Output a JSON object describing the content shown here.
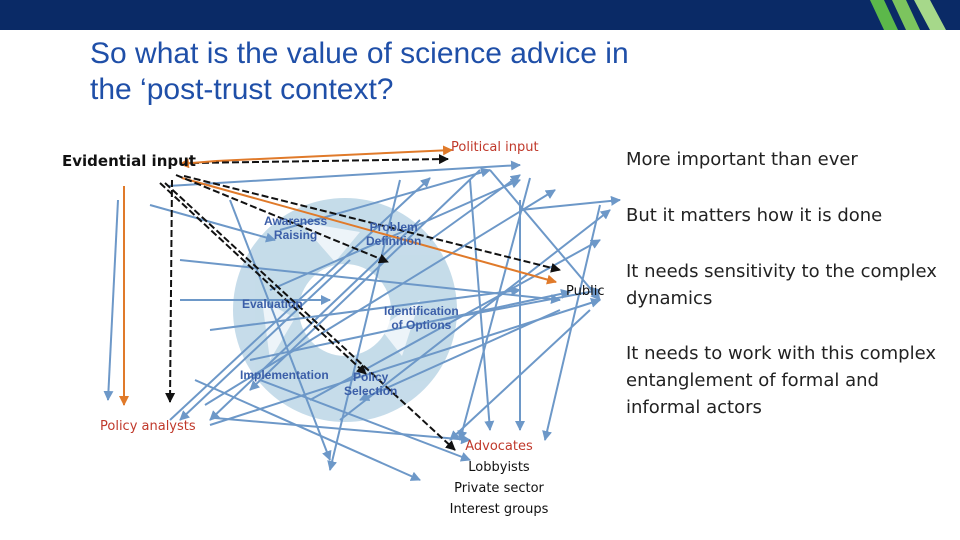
{
  "title": {
    "line1": "So what is the value of science advice in",
    "line2": "the ‘post-trust context?"
  },
  "diagram": {
    "nodes": {
      "evidential_input": "Evidential input",
      "political_input": "Political input",
      "policy_analysts": "Policy analysts",
      "public": "Public",
      "advocates": [
        "Advocates",
        "Lobbyists",
        "Private sector",
        "Interest groups"
      ]
    },
    "cycle_stages": {
      "awareness": "Awareness\nRaising",
      "problem": "Problem\nDefinition",
      "evaluation": "Evaluation",
      "identification": "Identification\nof Options",
      "implementation": "Implementation",
      "selection": "Policy\nSelection"
    },
    "colors": {
      "arrow_blue": "#6d98c8",
      "arrow_orange": "#e07a2a",
      "arrow_black": "#111111",
      "cycle": "#a8c8dc",
      "title": "#1f4fa8",
      "bar": "#0a2a66",
      "stripe": "#5cb84a"
    }
  },
  "points": [
    "More important than ever",
    "But it matters how it is done",
    "It needs sensitivity to the complex dynamics",
    "It needs to work with this complex entanglement of formal and informal actors"
  ]
}
